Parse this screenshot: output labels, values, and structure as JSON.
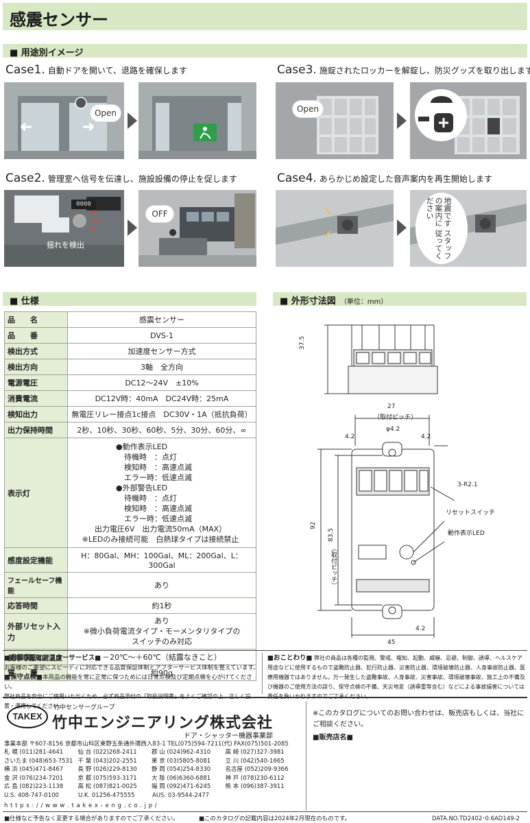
{
  "page_title": "感震センサー",
  "usage_section": "■ 用途別イメージ",
  "cases": [
    {
      "num": "Case1.",
      "text": "自動ドアを開いて、退路を確保します",
      "bubble": "Open"
    },
    {
      "num": "Case2.",
      "text": "管理室へ信号を伝達し、施設設備の停止を促します",
      "counter": "0000",
      "caption": "揺れを検出",
      "bubble": "OFF"
    },
    {
      "num": "Case3.",
      "text": "施錠されたロッカーを解錠し、防災グッズを取り出します",
      "bubble": "Open"
    },
    {
      "num": "Case4.",
      "text": "あらかじめ設定した音声案内を再生開始します",
      "bubble": "地震です スタッフの案内に 従ってください"
    }
  ],
  "spec_section": "■ 仕様",
  "dim_section": "■ 外形寸法図",
  "dim_unit": "（単位：mm）",
  "spec_rows": [
    {
      "key": "品　　名",
      "value": "感震センサー"
    },
    {
      "key": "品　　番",
      "value": "DVS-1"
    },
    {
      "key": "検出方式",
      "value": "加速度センサー方式"
    },
    {
      "key": "検出方向",
      "value": "3軸　全方向"
    },
    {
      "key": "電源電圧",
      "value": "DC12～24V　±10%"
    },
    {
      "key": "消費電流",
      "value": "DC12V時：40mA　DC24V時：25mA"
    },
    {
      "key": "検知出力",
      "value": "無電圧リレー接点1c接点　DC30V・1A（抵抗負荷）"
    },
    {
      "key": "出力保持時間",
      "value": "2秒、10秒、30秒、60秒、5分、30分、60分、∞"
    }
  ],
  "display_lamp": {
    "key": "表示灯",
    "led1_title": "●動作表示LED",
    "led1": [
      "待機時　：点灯",
      "検知時　：高速点滅",
      "エラー時：低速点滅"
    ],
    "led2_title": "●外部警告LED",
    "led2": [
      "待機時　：点灯",
      "検知時　：高速点滅",
      "エラー時：低速点滅"
    ],
    "note1": "出力電圧6V　出力電流50mA（MAX）",
    "note2": "※LEDのみ接続可能　白熱球タイプは接続禁止"
  },
  "spec_rows2": [
    {
      "key": "感度設定機能",
      "value": "H：80Gal、MH：100Gal、ML：200Gal、L：300Gal"
    },
    {
      "key": "フェールセーフ機能",
      "value": "あり"
    },
    {
      "key": "応答時間",
      "value": "約1秒"
    }
  ],
  "reset_row": {
    "key": "外部リセット入力",
    "l1": "あり",
    "l2": "※微小負荷電流タイプ・モーメンタリタイプの",
    "l3": "スイッチのみ対応"
  },
  "spec_rows3": [
    {
      "key": "使用可能周囲温度",
      "value": "－20℃～＋60℃（結露なきこと）"
    },
    {
      "key": "質　　量",
      "value": "約90g"
    }
  ],
  "dims": {
    "d37_5": "37.5",
    "d27": "27",
    "pitch": "（取付ピッチ）",
    "phi": "φ4.2",
    "d4_2a": "4.2",
    "d4_2b": "4.2",
    "r": "3-R2.1",
    "reset": "リセットスイッチ",
    "led": "動作表示LED",
    "d92": "92",
    "d83_5": "83.5",
    "pitch_v": "（取付ピッチ）",
    "d4_2c": "4.2",
    "d45": "45"
  },
  "quality_title": "■品質保証とアフターサービス■",
  "quality_text": "お客様のご要望にスピーディに対応できる品質保証体制とアフターサービス体制を整えています。",
  "maint_title": "■保守点検■",
  "maint_text": "本商品の機能を常に正常に保つためには日常点検及び定期点検を心がけてください。",
  "maint_text2": "弊社商品を安全にご使用いただくため、必ず商品添付の「取扱説明書」をよくご確認の上、正しく設置・運用してください。",
  "notice_title": "■おことわり■",
  "notice_text": "弊社の商品は各種の監視、警戒、報知、起動、威嚇、忌避、制御、誘導、ヘルスケア用途などに使用するもので盗難防止器、犯行防止器、災害防止器、環境破壊防止器、人身事故防止器、医療用機器ではありません。万一発生した盗難事故、人身事故、災害事故、環境破壊事故、施工上の不備及び機器のご使用方法の誤り、保守点検の不備、天災地変（誘導雷等含む）などによる事故損害については責任を負いかねますのでご了承ください。",
  "company": {
    "logo": "TAKEX",
    "group": "竹中センサーグループ",
    "name": "竹中エンジニアリング株式会社",
    "division": "ドア・シャッター機器事業部",
    "hq": "事業本部 〒607-8156 京都市山科区東野五条通外環西入83-1 TEL(075)594-7211(代) FAX(075)501-2085",
    "offices": [
      [
        "札 幌 (011)281-4641",
        "仙 台 (022)268-2411",
        "郡 山 (024)962-4310",
        "高 崎 (027)327-3981"
      ],
      [
        "さいたま (048)653-7531",
        "千 葉 (043)202-2551",
        "東 京 (03)5805-8081",
        "立 川 (042)540-1665"
      ],
      [
        "横 浜 (045)471-8467",
        "長 野 (026)229-8130",
        "静 岡 (054)254-8330",
        "名古屋 (052)209-9366"
      ],
      [
        "金 沢 (076)234-7201",
        "京 都 (075)593-3171",
        "大 阪 (06)6360-6881",
        "神 戸 (078)230-6112"
      ],
      [
        "広 島 (082)223-1138",
        "高 松 (087)821-0025",
        "福 岡 (092)471-6245",
        "熊 本 (096)387-3911"
      ],
      [
        "U.S. 408-747-0100",
        "U.K. 01256-475555",
        "AUS. 03-9544-2477",
        ""
      ]
    ],
    "url": "h t t p s : / / w w w . t a k e x - e n g . c o . j p /"
  },
  "contact_note": "※このカタログについてのお問い合わせは、販売店もしくは、当社にご相談ください。",
  "dealer": "■販売店名■",
  "footer_left": "■仕様など予告なく変更する場合がありますのでご了承ください。",
  "footer_mid": "■このカタログの記載内容は2024年2月現在のものです。",
  "footer_right": "DATA.NO.TD2402･0.6AD149-2"
}
